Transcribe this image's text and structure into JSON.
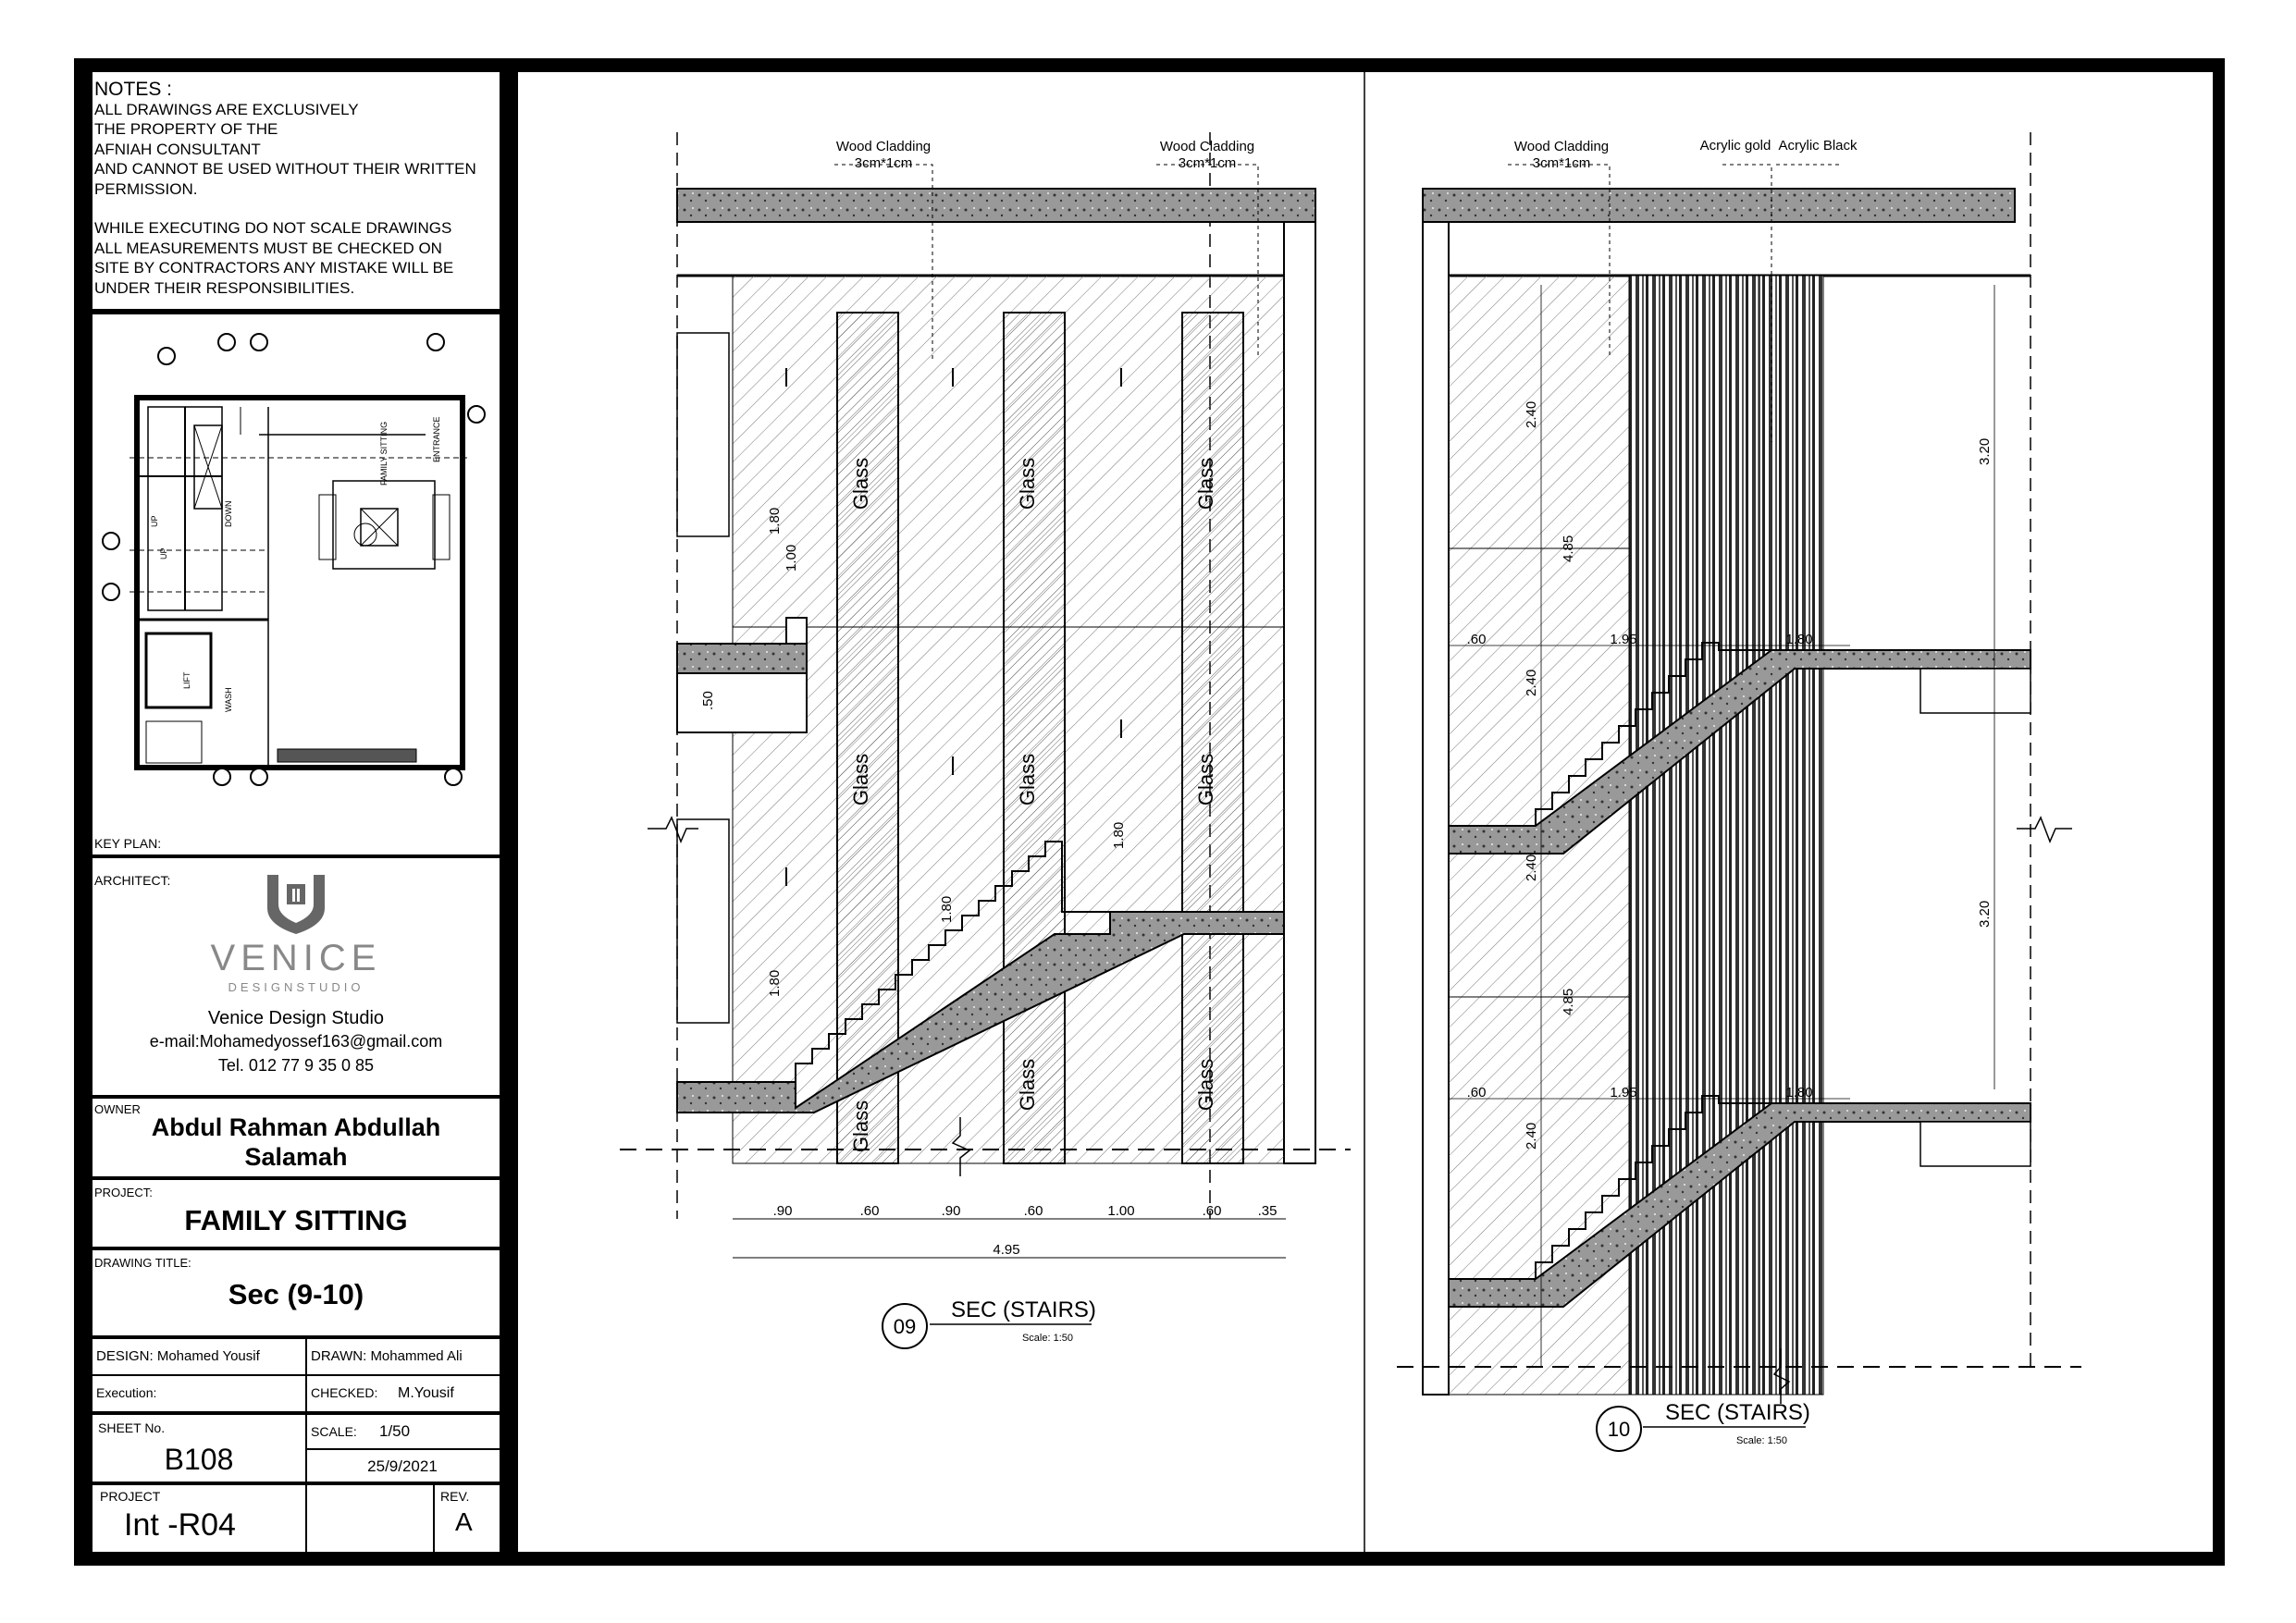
{
  "notes": {
    "heading": "NOTES :",
    "lines": [
      "ALL DRAWINGS ARE EXCLUSIVELY",
      "THE PROPERTY OF THE",
      "AFNIAH CONSULTANT",
      "AND CANNOT BE USED WITHOUT THEIR WRITTEN",
      "PERMISSION.",
      "",
      "WHILE EXECUTING DO NOT SCALE DRAWINGS",
      "ALL MEASUREMENTS MUST BE CHECKED ON",
      "SITE BY CONTRACTORS ANY MISTAKE WILL BE",
      "UNDER THEIR RESPONSIBILITIES."
    ]
  },
  "key_plan": {
    "label": "KEY  PLAN:",
    "room_labels": [
      "FAMILY SITTING",
      "ENTRANCE",
      "LIFT",
      "WASH",
      "UP",
      "UP",
      "DOWN"
    ]
  },
  "architect": {
    "label": "ARCHITECT:",
    "logo_word": "VENICE",
    "logo_sub": "DESIGNSTUDIO",
    "name": "Venice Design Studio",
    "email": "e-mail:Mohamedyossef163@gmail.com",
    "tel": "Tel. 012 77 9 35 0 85"
  },
  "owner": {
    "label": "OWNER",
    "line1": "Abdul Rahman Abdullah",
    "line2": "Salamah"
  },
  "project": {
    "label": "PROJECT:",
    "value": "FAMILY SITTING"
  },
  "drawing_title": {
    "label": "DRAWING  TITLE:",
    "value": "Sec (9-10)"
  },
  "design": "DESIGN: Mohamed Yousif",
  "drawn": "DRAWN:  Mohammed Ali",
  "execution": "Execution:",
  "checked_label": "CHECKED:",
  "checked_value": "M.Yousif",
  "sheet_label": "SHEET  No.",
  "sheet_value": "B108",
  "scale_label": "SCALE:",
  "scale_value": "1/50",
  "date": "25/9/2021",
  "project_code_label": "PROJECT",
  "project_code_value": "Int -R04",
  "rev_label": "REV.",
  "rev_value": "A",
  "section09": {
    "labels": {
      "wood1": "Wood Cladding",
      "wood1b": "3cm*1cm",
      "wood2": "Wood Cladding",
      "wood2b": "3cm*1cm"
    },
    "glass": [
      "Glass",
      "Glass",
      "Glass",
      "Glass",
      "Glass",
      "Glass",
      "Glass",
      "Glass",
      "Glass"
    ],
    "dims_vertical": [
      "1.80",
      "1.00",
      ".50",
      "1.80",
      "1.80",
      "1.80"
    ],
    "dims_bottom": [
      ".90",
      ".60",
      ".90",
      ".60",
      "1.00",
      ".60",
      ".35"
    ],
    "dims_total": "4.95",
    "number": "09",
    "title": "SEC (STAIRS)",
    "scale": "Scale: 1:50"
  },
  "section10": {
    "labels": {
      "wood": "Wood Cladding",
      "woodb": "3cm*1cm",
      "acrylic_gold": "Acrylic gold",
      "acrylic_black": "Acrylic Black"
    },
    "dims_vertical": [
      "2.40",
      "4.85",
      "2.40",
      "2.40",
      "4.85",
      "2.40",
      "3.20",
      "3.20"
    ],
    "dims_horizontal_upper": [
      ".60",
      "1.95",
      "1.80"
    ],
    "dims_horizontal_lower": [
      ".60",
      "1.95",
      "1.80"
    ],
    "number": "10",
    "title": "SEC (STAIRS)",
    "scale": "Scale: 1:50"
  }
}
